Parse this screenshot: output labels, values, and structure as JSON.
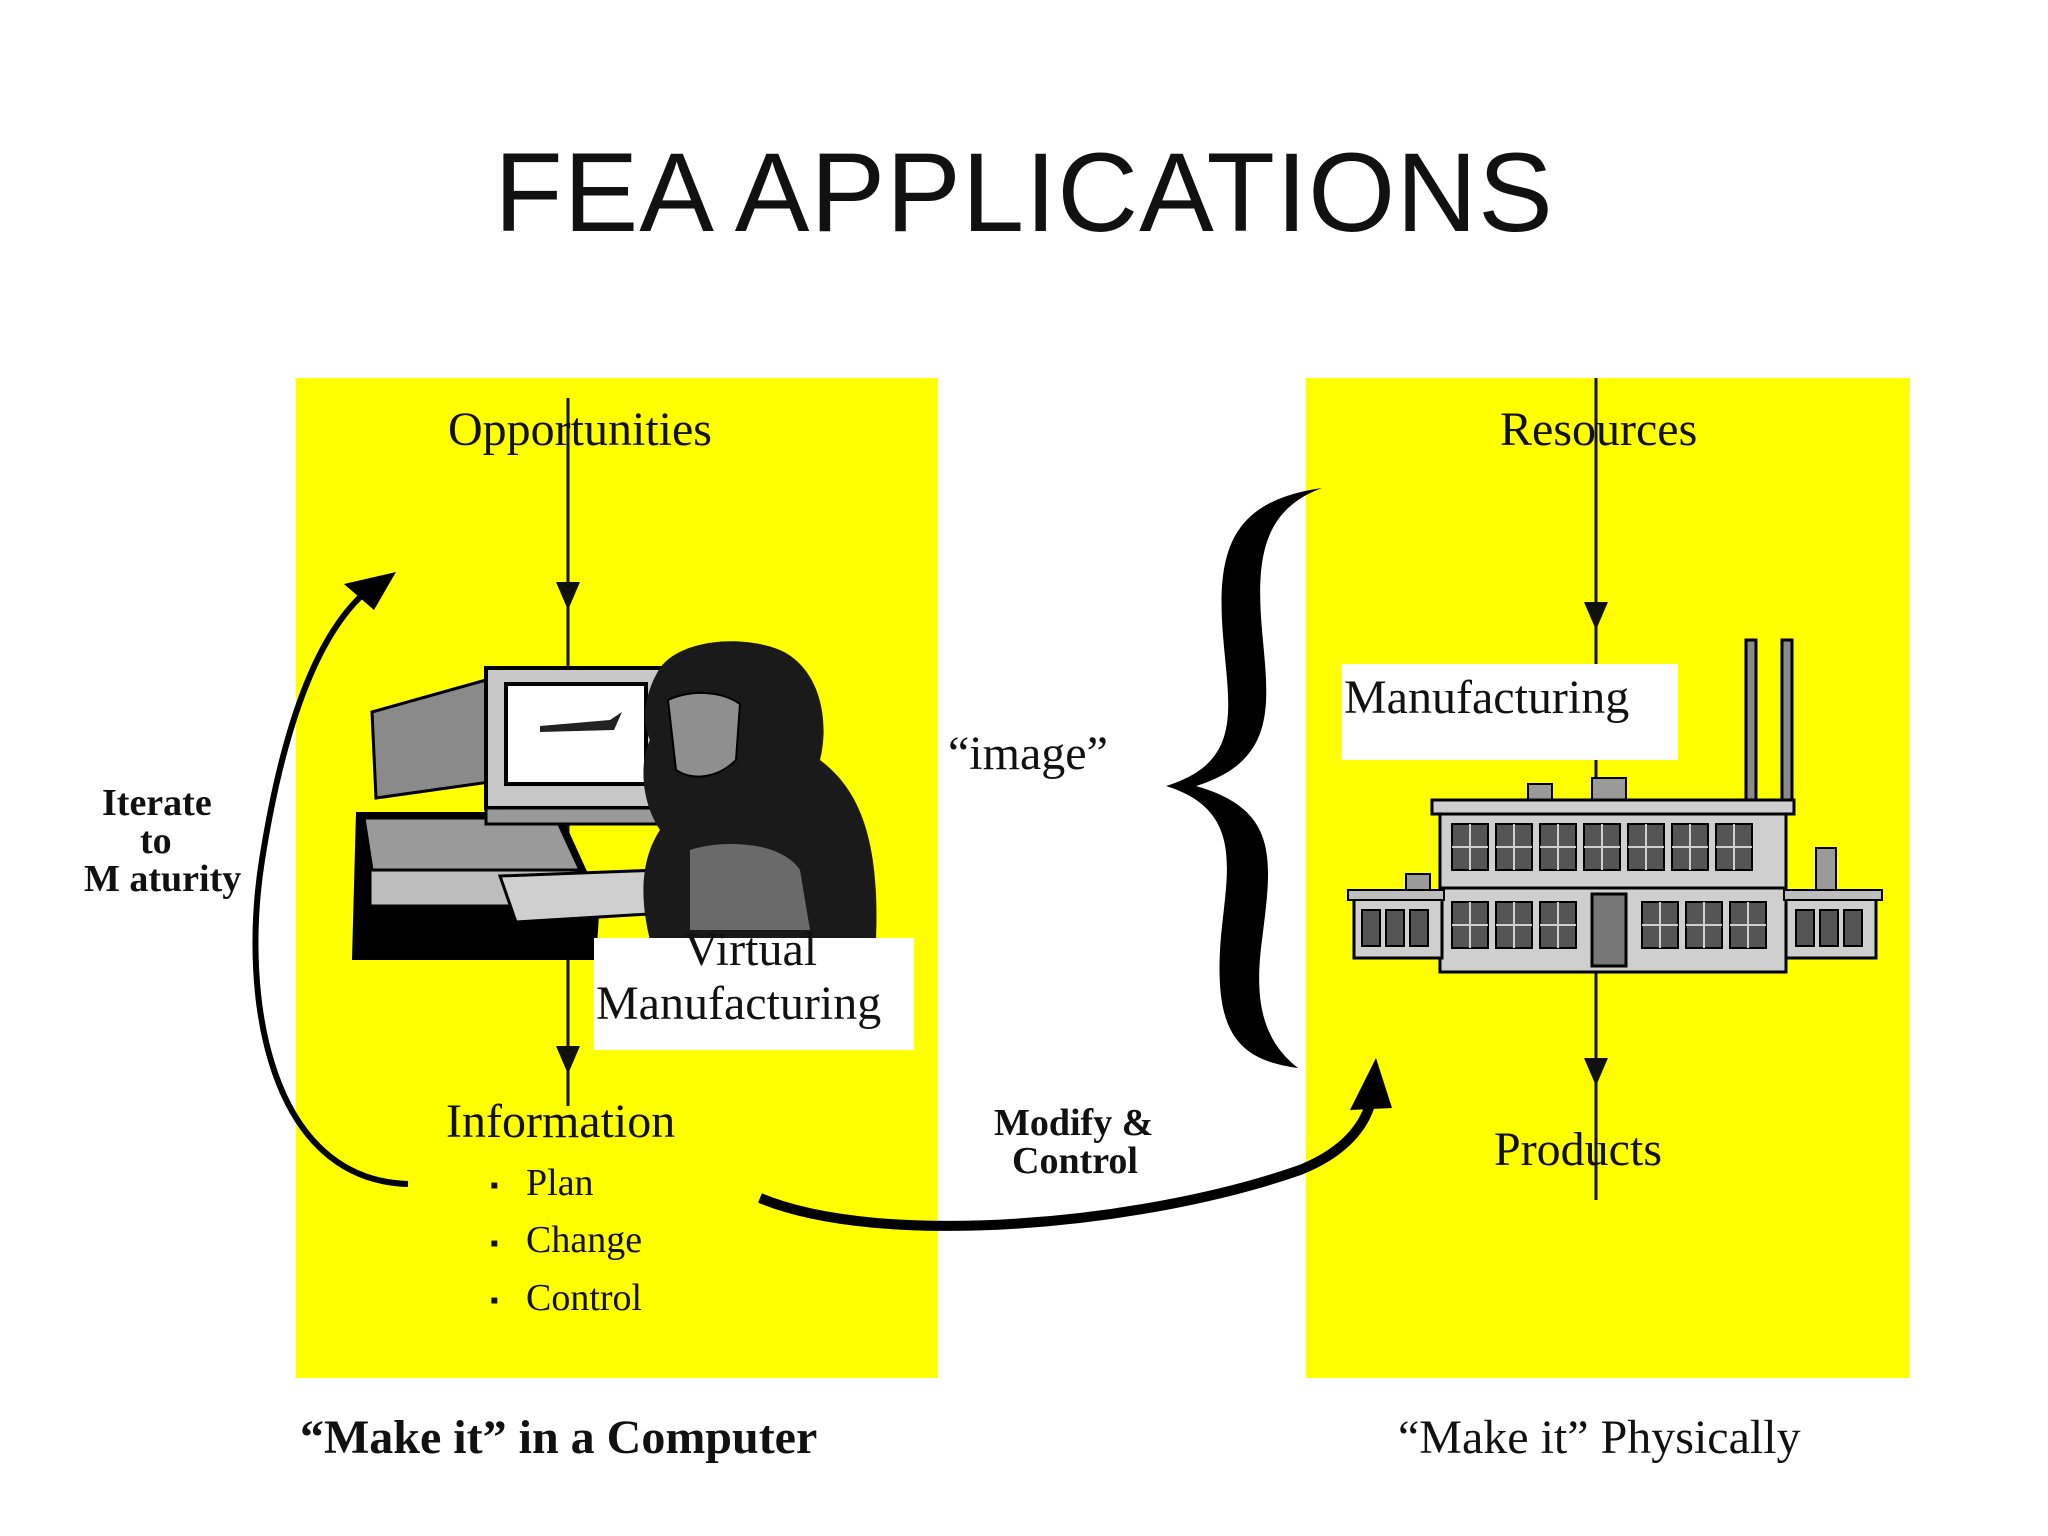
{
  "title": "FEA APPLICATIONS",
  "left": {
    "top_label": "Opportunities",
    "box_label_line1": "Virtual",
    "box_label_line2": "Manufacturing",
    "bottom_label": "Information",
    "bullets": [
      "Plan",
      "Change",
      "Control"
    ],
    "caption": "“Make it” in a Computer"
  },
  "right": {
    "top_label": "Resources",
    "box_label": "Manufacturing",
    "bottom_label": "Products",
    "caption": "“Make it” Physically"
  },
  "middle": {
    "image_label": "“image”",
    "modify_line1": "Modify &",
    "modify_line2": "Control"
  },
  "iterate": {
    "line1": "Iterate",
    "line2": "to",
    "line3": "M aturity"
  },
  "colors": {
    "panel": "#ffff00",
    "ink": "#111111"
  },
  "icons": [
    "computer-user-illustration",
    "factory-illustration",
    "curly-brace-icon"
  ]
}
